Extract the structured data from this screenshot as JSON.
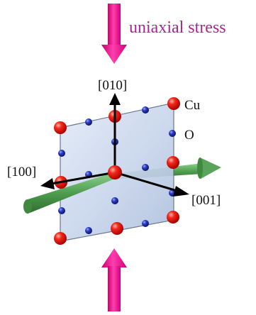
{
  "labels": {
    "stress": "uniaxial stress",
    "axis_010": "[010]",
    "axis_100": "[100]",
    "axis_001": "[001]",
    "atom_cu": "Cu",
    "atom_o": "O"
  },
  "colors": {
    "stress_arrow": "#e6007e",
    "stress_text": "#a8278f",
    "plane_fill": "#c9d6ec",
    "plane_edge": "#5e6f89",
    "cu_atom": "#e60000",
    "o_atom": "#1f2fa8",
    "axis_arrow": "#000000",
    "green_arrow": "#5aa85a"
  }
}
